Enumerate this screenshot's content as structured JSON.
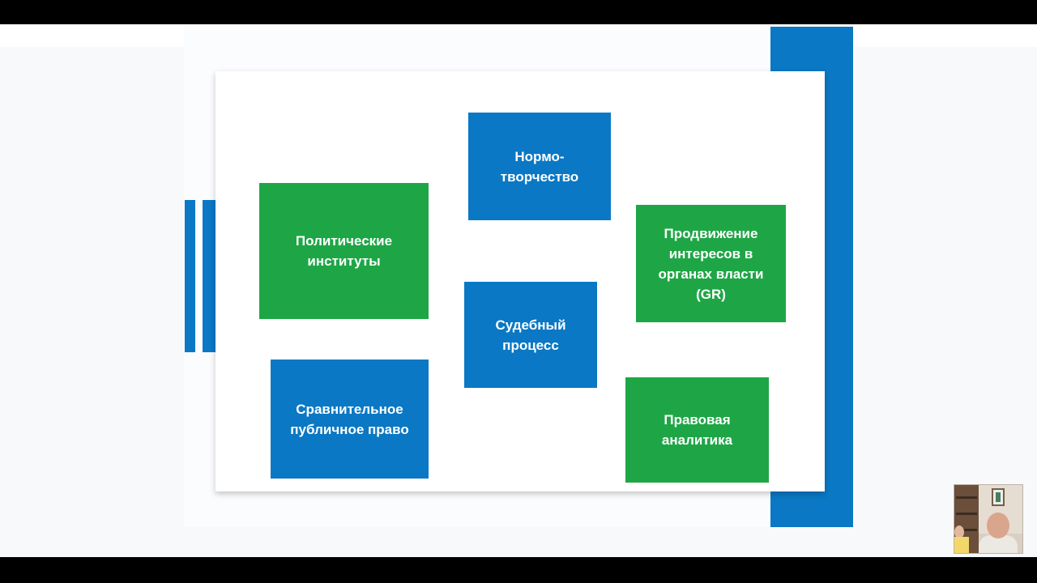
{
  "slide": {
    "boxes": [
      {
        "id": "norm",
        "lines": "Нормо-\nтворчество",
        "color": "blue"
      },
      {
        "id": "political",
        "lines": "Политические\nинституты",
        "color": "green"
      },
      {
        "id": "gr",
        "lines": "Продвижение\nинтересов в\nорганах власти\n(GR)",
        "color": "green"
      },
      {
        "id": "court",
        "lines": "Судебный\nпроцесс",
        "color": "blue"
      },
      {
        "id": "comparative",
        "lines": "Сравнительное\nпубличное право",
        "color": "blue"
      },
      {
        "id": "analytics",
        "lines": "Правовая\nаналитика",
        "color": "green"
      }
    ]
  },
  "colors": {
    "blue": "#0a78c4",
    "green": "#1ea646"
  },
  "video_thumbnail": {
    "icon": "participant-video-icon"
  }
}
